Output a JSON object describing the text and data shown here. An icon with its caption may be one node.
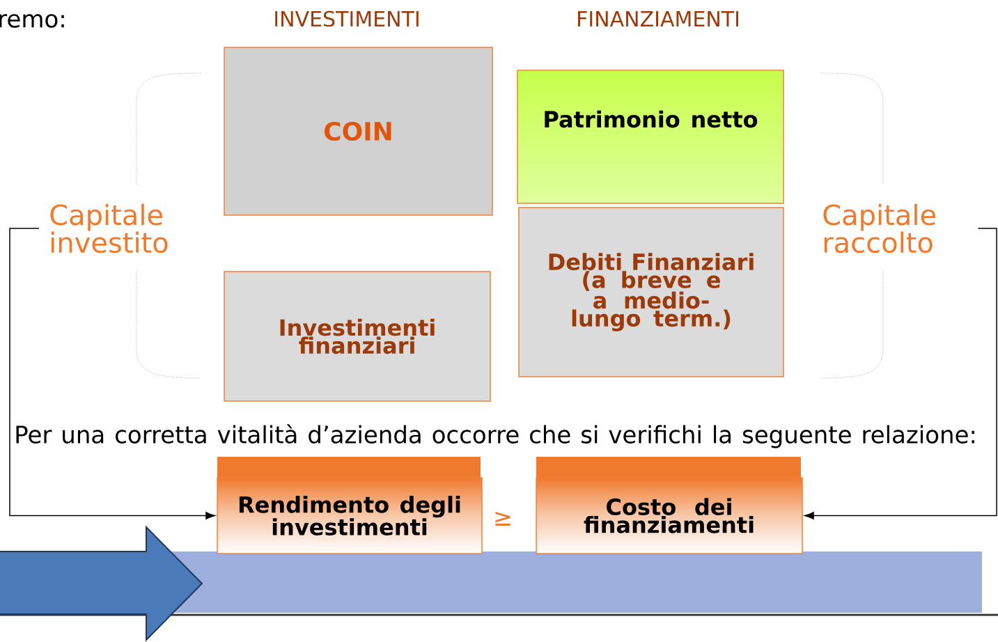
{
  "diagram": {
    "nodes": [
      {
        "text": [
          "COIN"
        ]
      },
      {
        "text": [
          "Investimenti finanziari"
        ]
      },
      {
        "text": [
          "Patrimonio netto"
        ]
      },
      {
        "text": [
          "Debiti Finanziari (a breve e a medio-lungo term.)"
        ]
      },
      {
        "text": [
          "Capitale investito"
        ]
      },
      {
        "text": [
          "Capitale raccolto"
        ]
      },
      {
        "text": [
          "Rendimento degli investimenti"
        ]
      },
      {
        "text": [
          "Costo dei finanziamenti"
        ]
      }
    ],
    "edges": [
      {
        "from": 4,
        "to": 6,
        "arrow": "to"
      },
      {
        "from": 5,
        "to": 7,
        "arrow": "to"
      }
    ],
    "labels": [
      "remo:",
      "INVESTIMENTI",
      "FINANZIAMENTI",
      "Per una corretta vitalità d’azienda occorre che si verifichi la seguente relazione:",
      "≥"
    ]
  }
}
